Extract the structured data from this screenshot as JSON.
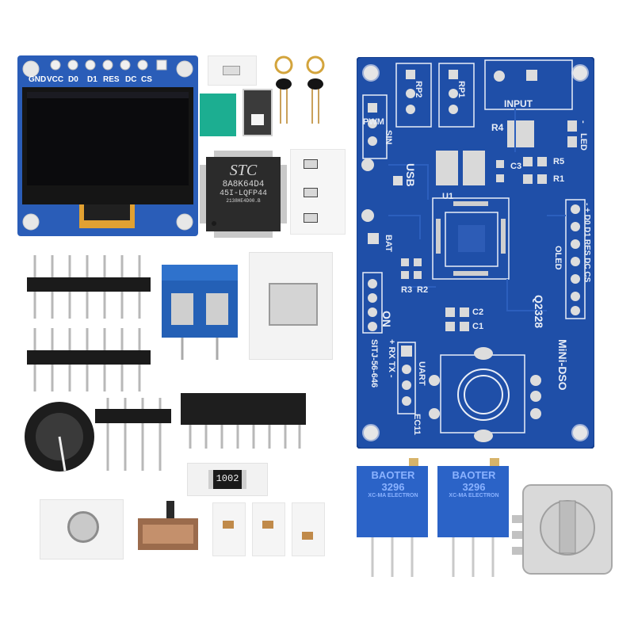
{
  "oled": {
    "pins": [
      "GND",
      "VCC",
      "D0",
      "D1",
      "RES",
      "DC",
      "CS"
    ]
  },
  "mcu": {
    "brand": "STC",
    "part": "8A8K64D4",
    "package": "45I-LQFP44",
    "lot": "2138HE4D00.B"
  },
  "resistor": {
    "marking": "1002"
  },
  "pots": [
    {
      "brand": "BAOTER",
      "model": "3296",
      "sub": "XC-MA ELECTRON"
    },
    {
      "brand": "BAOTER",
      "model": "3296",
      "sub": "XC-MA ELECTRON"
    }
  ],
  "pcb": {
    "title": "MiNi-DSO",
    "version": "Q2328",
    "code": "SITJ-56-646",
    "labels": {
      "rp2": "RP2",
      "rp1": "RP1",
      "input": "INPUT",
      "pwm": "PWM",
      "sin": "SIN",
      "r4": "R4",
      "led_neg": "-",
      "led": "LED",
      "usb": "USB",
      "u1": "U1",
      "c3": "C3",
      "r5": "R5",
      "r1": "R1",
      "bat": "BAT",
      "oled_pins": "- + D0 D1 RES DC CS",
      "oled": "OLED",
      "r3": "R3",
      "r2": "R2",
      "c2": "C2",
      "c1": "C1",
      "on": "ON",
      "uart_pins": "+ RX TX -",
      "uart": "UART",
      "ec11": "EC11"
    }
  },
  "colors": {
    "pcb_blue": "#1f4fa8",
    "pcb_edge": "#163f8e",
    "silk": "#e9eef7",
    "pot_blue": "#2b63c7",
    "gold": "#d7b46a"
  }
}
